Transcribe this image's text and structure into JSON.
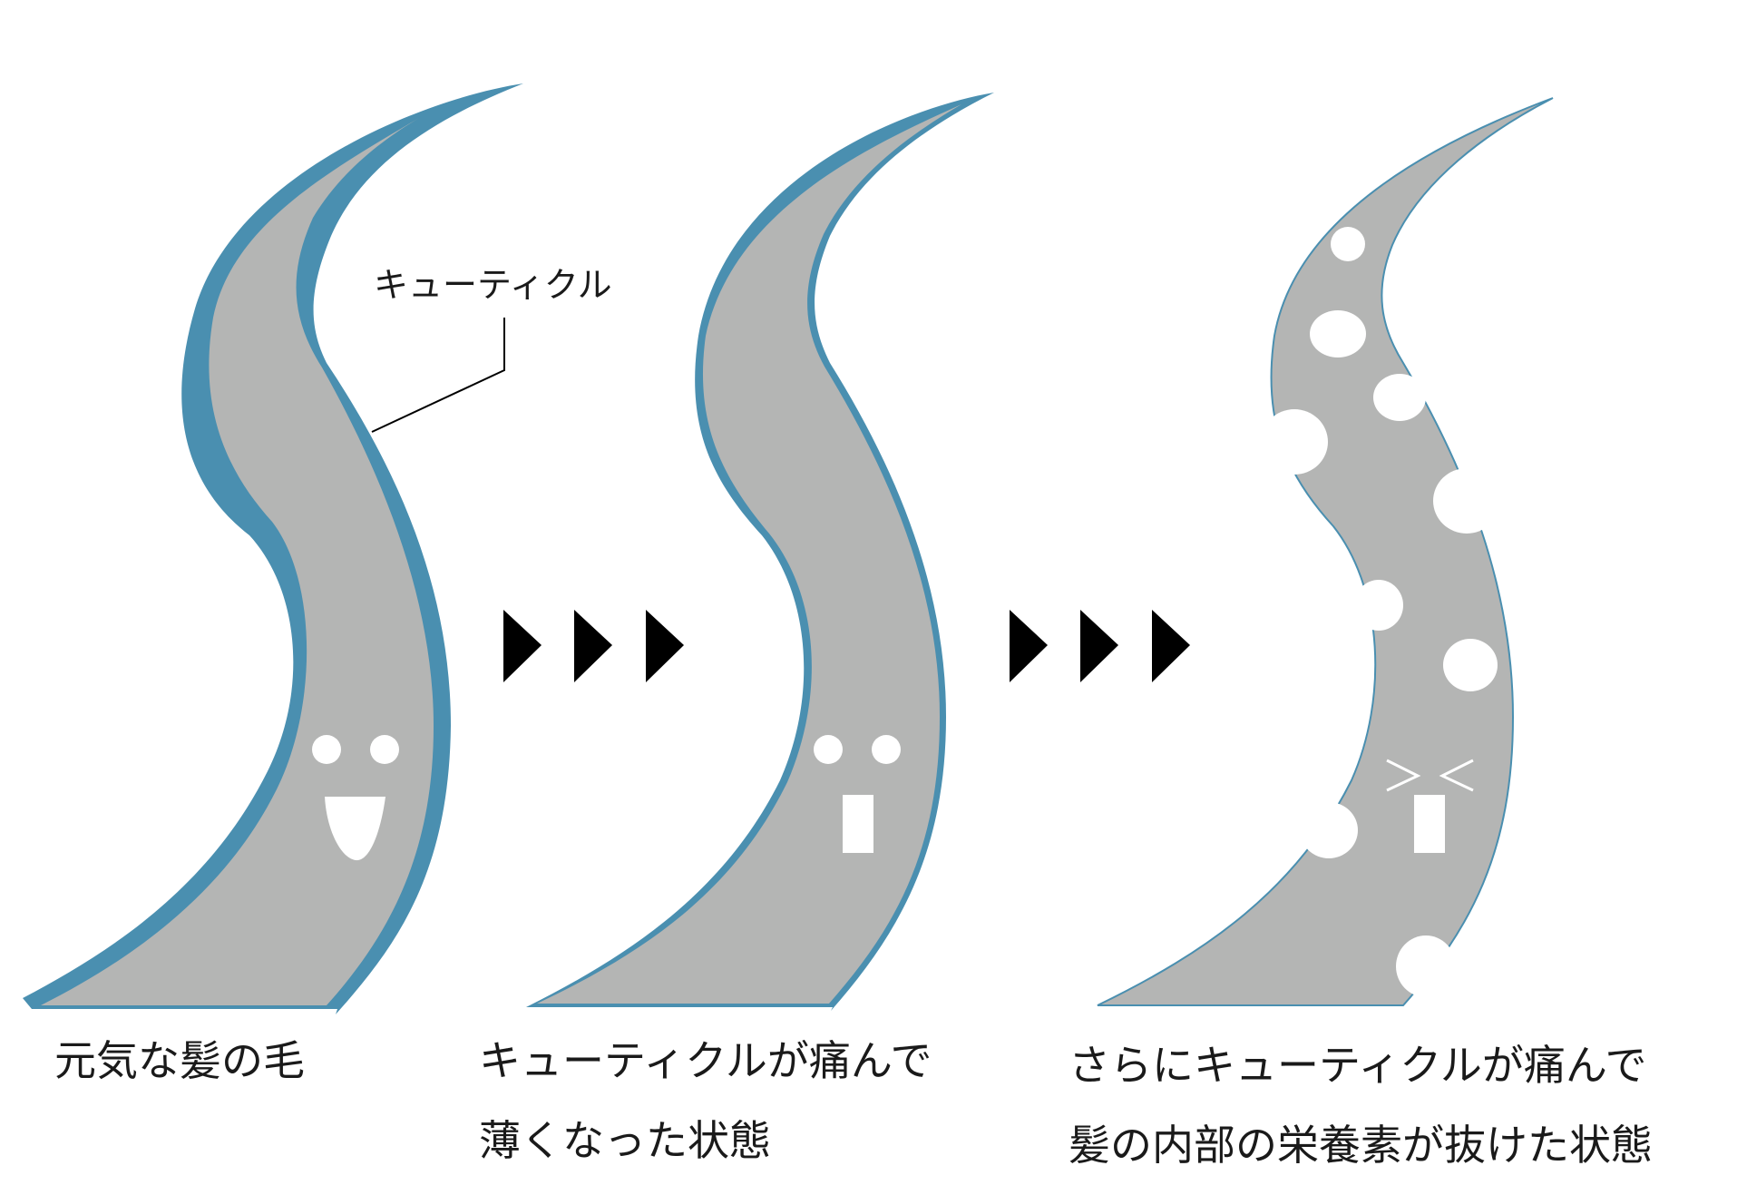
{
  "callout": {
    "label": "キューティクル"
  },
  "stages": [
    {
      "caption_lines": [
        "元気な髪の毛"
      ],
      "face": "smile"
    },
    {
      "caption_lines": [
        "キューティクルが痛んで",
        "薄くなった状態"
      ],
      "face": "surprised"
    },
    {
      "caption_lines": [
        "さらにキューティクルが痛んで",
        "髪の内部の栄養素が抜けた状態"
      ],
      "face": "pained"
    }
  ],
  "colors": {
    "cuticle": "#4a8fb0",
    "hair_core": "#b4b5b4",
    "face": "#ffffff",
    "arrow": "#000000"
  }
}
